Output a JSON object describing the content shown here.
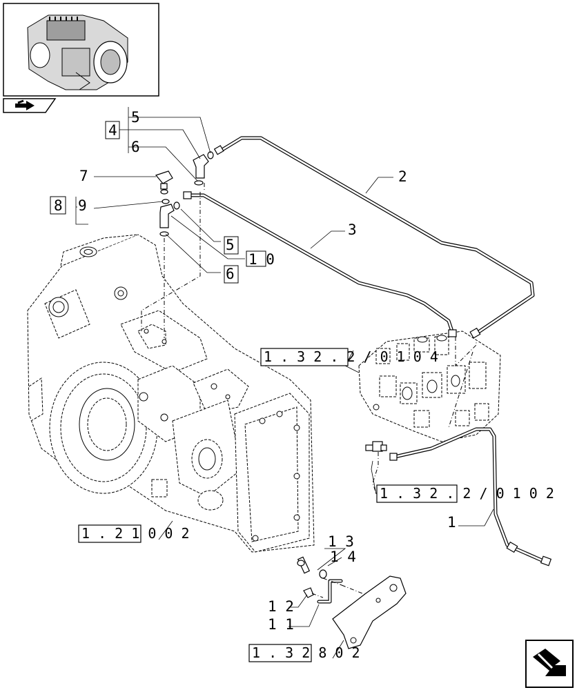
{
  "callouts": {
    "c1": "1",
    "c2": "2",
    "c3": "3",
    "c4": "4",
    "c5a": "5",
    "c5b": "5",
    "c6a": "6",
    "c6b": "6",
    "c7": "7",
    "c8": "8",
    "c9": "9",
    "c10": "1 0",
    "c11": "1 1",
    "c12": "1 2",
    "c13": "1 3",
    "c14": "1 4"
  },
  "references": {
    "ref_valve_top": "1 . 3 2 . 2 / 0 1   0 4",
    "ref_valve_bottom": "1 . 3 2 . 2 / 0 1   0 2",
    "ref_housing": "1 . 2 1   0   0 2",
    "ref_bracket": "1 . 3 2   8   0 2"
  },
  "icons": {
    "thumbnail": "transmission-housing-thumbnail",
    "nav_small": "arrow-right-icon",
    "nav_large": "next-page-arrow-icon"
  }
}
